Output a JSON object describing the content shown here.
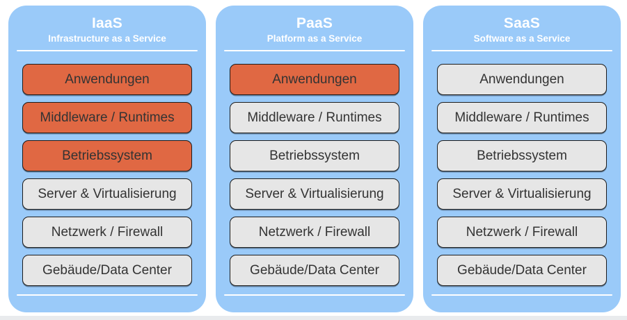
{
  "colors": {
    "column_bg": "#9ACAF9",
    "orange": "#E06843",
    "gray": "#E6E6E6",
    "box_border": "#1C1C1C",
    "box_text": "#333333",
    "header_text": "#FFFFFF",
    "divider": "#FFFFFF",
    "footer_strip": "#E9EBED",
    "page_bg": "#FFFFFF"
  },
  "columns": [
    {
      "id": "iaas",
      "title": "IaaS",
      "subtitle": "Infrastructure as a Service",
      "layers": [
        {
          "label": "Anwendungen",
          "highlighted": true
        },
        {
          "label": "Middleware / Runtimes",
          "highlighted": true
        },
        {
          "label": "Betriebssystem",
          "highlighted": true
        },
        {
          "label": "Server & Virtualisierung",
          "highlighted": false
        },
        {
          "label": "Netzwerk / Firewall",
          "highlighted": false
        },
        {
          "label": "Gebäude/Data Center",
          "highlighted": false
        }
      ]
    },
    {
      "id": "paas",
      "title": "PaaS",
      "subtitle": "Platform as a Service",
      "layers": [
        {
          "label": "Anwendungen",
          "highlighted": true
        },
        {
          "label": "Middleware / Runtimes",
          "highlighted": false
        },
        {
          "label": "Betriebssystem",
          "highlighted": false
        },
        {
          "label": "Server & Virtualisierung",
          "highlighted": false
        },
        {
          "label": "Netzwerk / Firewall",
          "highlighted": false
        },
        {
          "label": "Gebäude/Data Center",
          "highlighted": false
        }
      ]
    },
    {
      "id": "saas",
      "title": "SaaS",
      "subtitle": "Software as a Service",
      "layers": [
        {
          "label": "Anwendungen",
          "highlighted": false
        },
        {
          "label": "Middleware / Runtimes",
          "highlighted": false
        },
        {
          "label": "Betriebssystem",
          "highlighted": false
        },
        {
          "label": "Server & Virtualisierung",
          "highlighted": false
        },
        {
          "label": "Netzwerk / Firewall",
          "highlighted": false
        },
        {
          "label": "Gebäude/Data Center",
          "highlighted": false
        }
      ]
    }
  ]
}
